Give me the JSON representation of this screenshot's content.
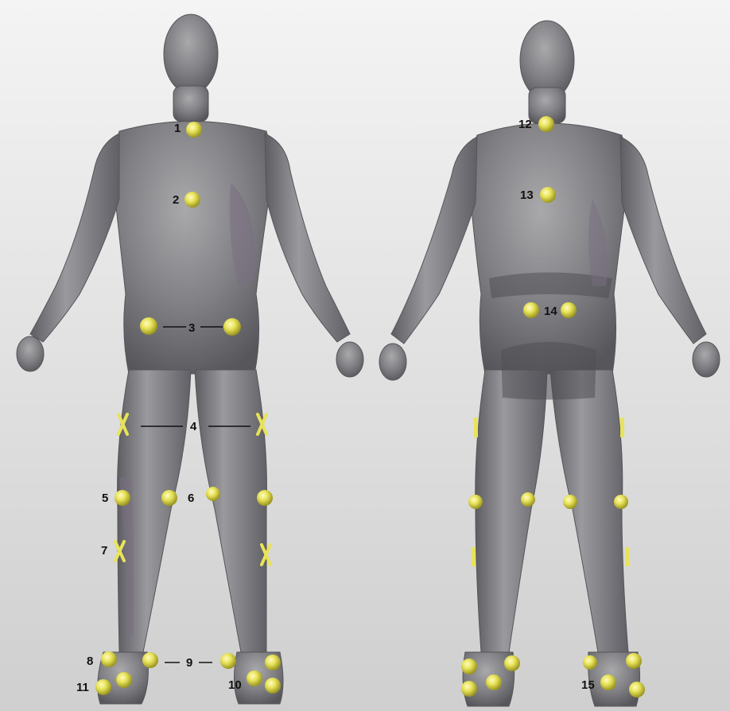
{
  "diagram": {
    "views": [
      "front",
      "back"
    ],
    "colors": {
      "body": "#8a8a8a",
      "body_shadow": "#5e5e62",
      "body_tint": "#7a6e82",
      "marker": "#e7e25a",
      "marker_dark": "#a8a328",
      "label": "#111111"
    },
    "labels": {
      "l1": "1",
      "l2": "2",
      "l3": "3",
      "l4": "4",
      "l5": "5",
      "l6": "6",
      "l7": "7",
      "l8": "8",
      "l9": "9",
      "l10": "10",
      "l11": "11",
      "l12": "12",
      "l13": "13",
      "l14": "14",
      "l15": "15"
    }
  }
}
